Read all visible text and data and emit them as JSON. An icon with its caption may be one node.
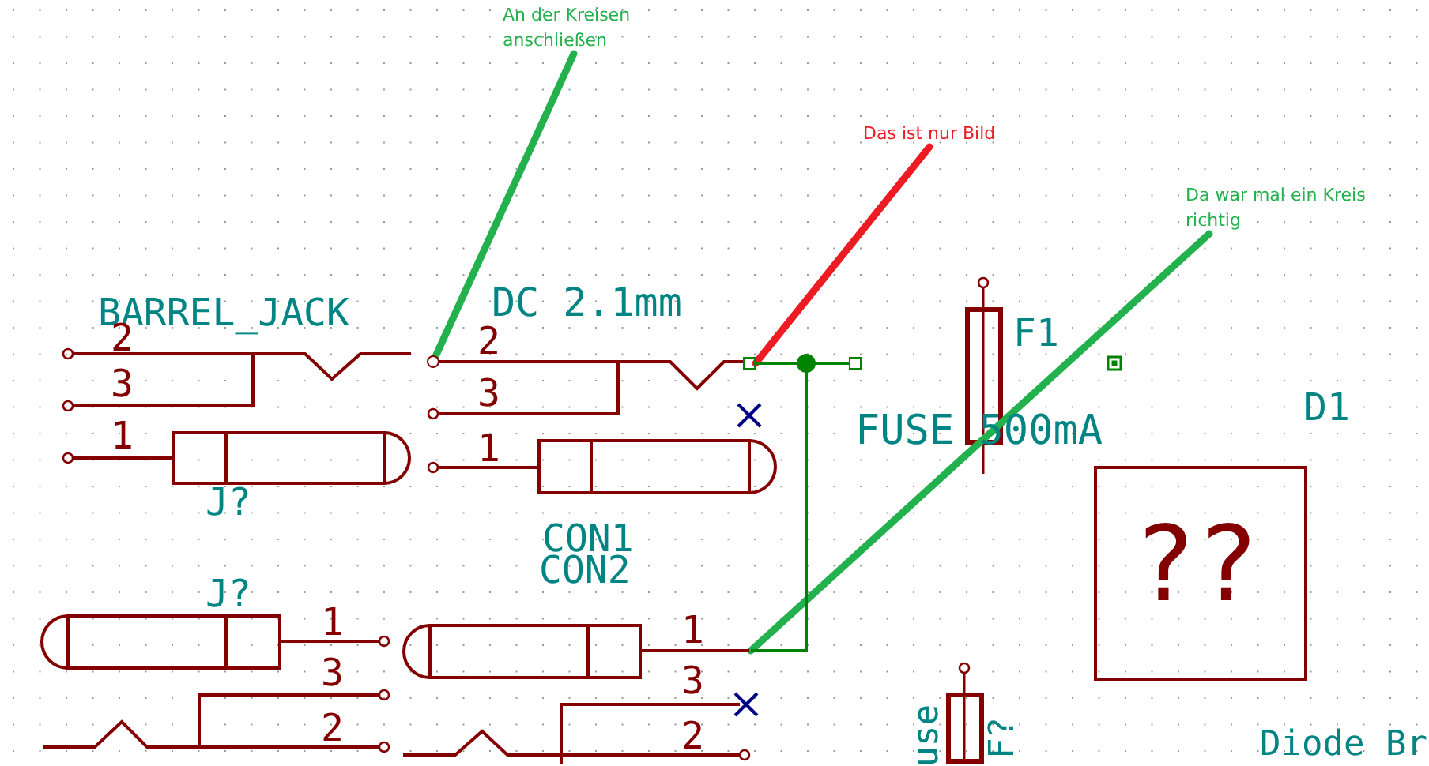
{
  "diagram": {
    "nodes": [
      {
        "text": [
          "An der Kreisen anschließen"
        ]
      },
      {
        "text": [
          "Das ist nur Bild"
        ]
      },
      {
        "text": [
          "Da war mal ein Kreis richtig"
        ]
      },
      {
        "text": [],
        "shape": "circle"
      },
      {
        "text": [],
        "shape": "box"
      },
      {
        "text": [],
        "shape": "box"
      },
      {
        "text": [],
        "shape": "picture"
      }
    ],
    "edges": [
      {
        "from": 0,
        "to": 3,
        "arrow": "none"
      },
      {
        "from": 1,
        "to": 4,
        "arrow": "none",
        "color": "#ed1c24"
      },
      {
        "from": 2,
        "to": 6,
        "arrow": "none"
      },
      {
        "from": 4,
        "to": 5,
        "arrow": "none",
        "color": "#008400"
      },
      {
        "from": 4,
        "to": 6,
        "arrow": "none",
        "color": "#008400"
      }
    ],
    "labels": [
      "BARREL_JACK",
      "DC 2.1mm",
      "2",
      "2",
      "F1",
      "3",
      "3",
      "D1",
      "1",
      "1",
      "FUSE 500mA",
      "J?",
      "CON1",
      "CON2",
      "??",
      "J?",
      "1",
      "1",
      "3",
      "3",
      "2",
      "2",
      "use",
      "F?",
      "Diode Br"
    ]
  }
}
